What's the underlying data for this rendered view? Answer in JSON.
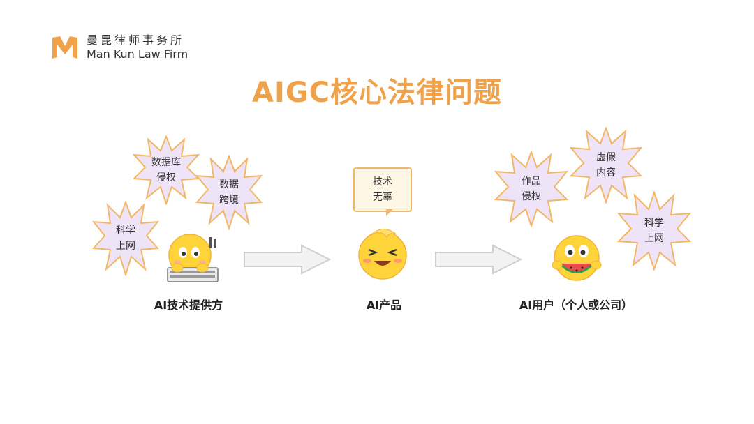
{
  "brand": {
    "name_cn": "曼昆律师事务所",
    "name_en": "Man Kun Law Firm",
    "accent": "#f0a24a"
  },
  "title": "AIGC核心法律问题",
  "colors": {
    "burst_fill": "#eee3f7",
    "burst_stroke": "#f2b766",
    "arrow_fill": "#f2f2f2",
    "arrow_stroke": "#cfcfcf",
    "emoji_yellow": "#ffd43b"
  },
  "provider": {
    "label": "AI技术提供方",
    "bursts": [
      {
        "line1": "数据库",
        "line2": "侵权"
      },
      {
        "line1": "数据",
        "line2": "跨境"
      },
      {
        "line1": "科学",
        "line2": "上网"
      }
    ]
  },
  "product": {
    "label": "AI产品",
    "bubble": {
      "line1": "技术",
      "line2": "无辜"
    }
  },
  "user": {
    "label": "AI用户（个人或公司）",
    "bursts": [
      {
        "line1": "虚假",
        "line2": "内容"
      },
      {
        "line1": "作品",
        "line2": "侵权"
      },
      {
        "line1": "科学",
        "line2": "上网"
      }
    ]
  },
  "icons": [
    "logo-m-icon",
    "arrow-right-icon",
    "typing-emoji-icon",
    "laughing-emoji-icon",
    "eating-watermelon-emoji-icon"
  ]
}
